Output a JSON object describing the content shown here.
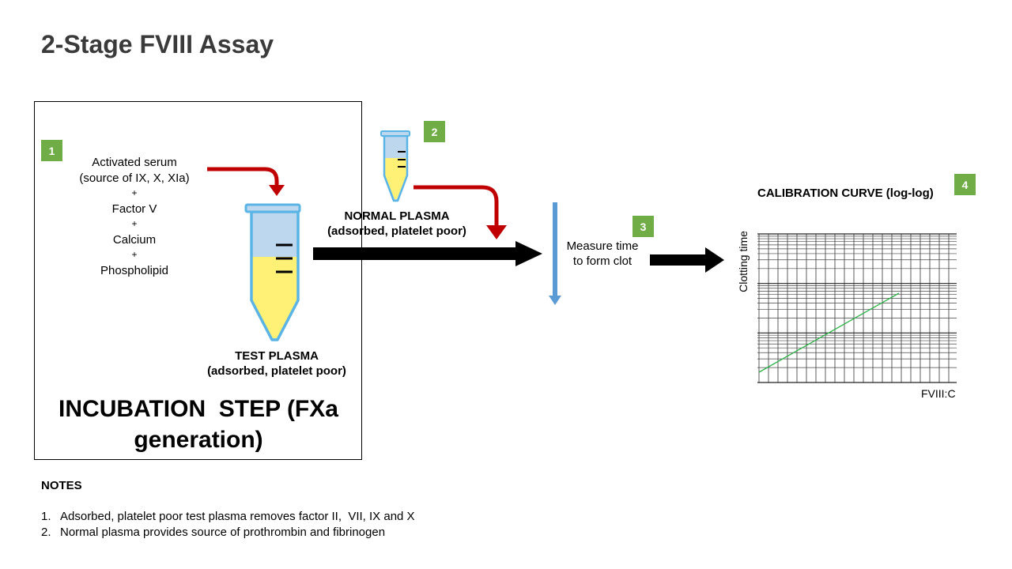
{
  "title": "2-Stage FVIII Assay",
  "steps": {
    "one": "1",
    "two": "2",
    "three": "3",
    "four": "4"
  },
  "incubation": {
    "reagents": [
      "Activated serum",
      "(source of IX, X, XIa)",
      "+",
      "Factor V",
      "+",
      "Calcium",
      "+",
      "Phospholipid"
    ],
    "test_plasma_line1": "TEST PLASMA",
    "test_plasma_line2": "(adsorbed, platelet poor)",
    "label_line1": "INCUBATION  STEP (FXa",
    "label_line2": "generation)"
  },
  "normal_plasma": {
    "line1": "NORMAL PLASMA",
    "line2": "(adsorbed, platelet poor)"
  },
  "measure": {
    "line1": "Measure time",
    "line2": "to form clot"
  },
  "calibration": {
    "title": "CALIBRATION CURVE (log-log)",
    "ylabel": "Clotting time",
    "xlabel": "FVIII:C"
  },
  "colors": {
    "accent_green": "#70ad47",
    "red_arrow": "#c00000",
    "blue_arrow": "#5b9bd5",
    "tube_blue": "#bdd7ee",
    "tube_yellow": "#fff176",
    "curve_green": "#2db34a"
  },
  "notes": {
    "heading": "NOTES",
    "items": [
      {
        "num": "1.",
        "text": "Adsorbed, platelet poor test plasma removes factor II,  VII, IX and X"
      },
      {
        "num": "2.",
        "text": "Normal plasma provides source of prothrombin and fibrinogen"
      }
    ]
  }
}
